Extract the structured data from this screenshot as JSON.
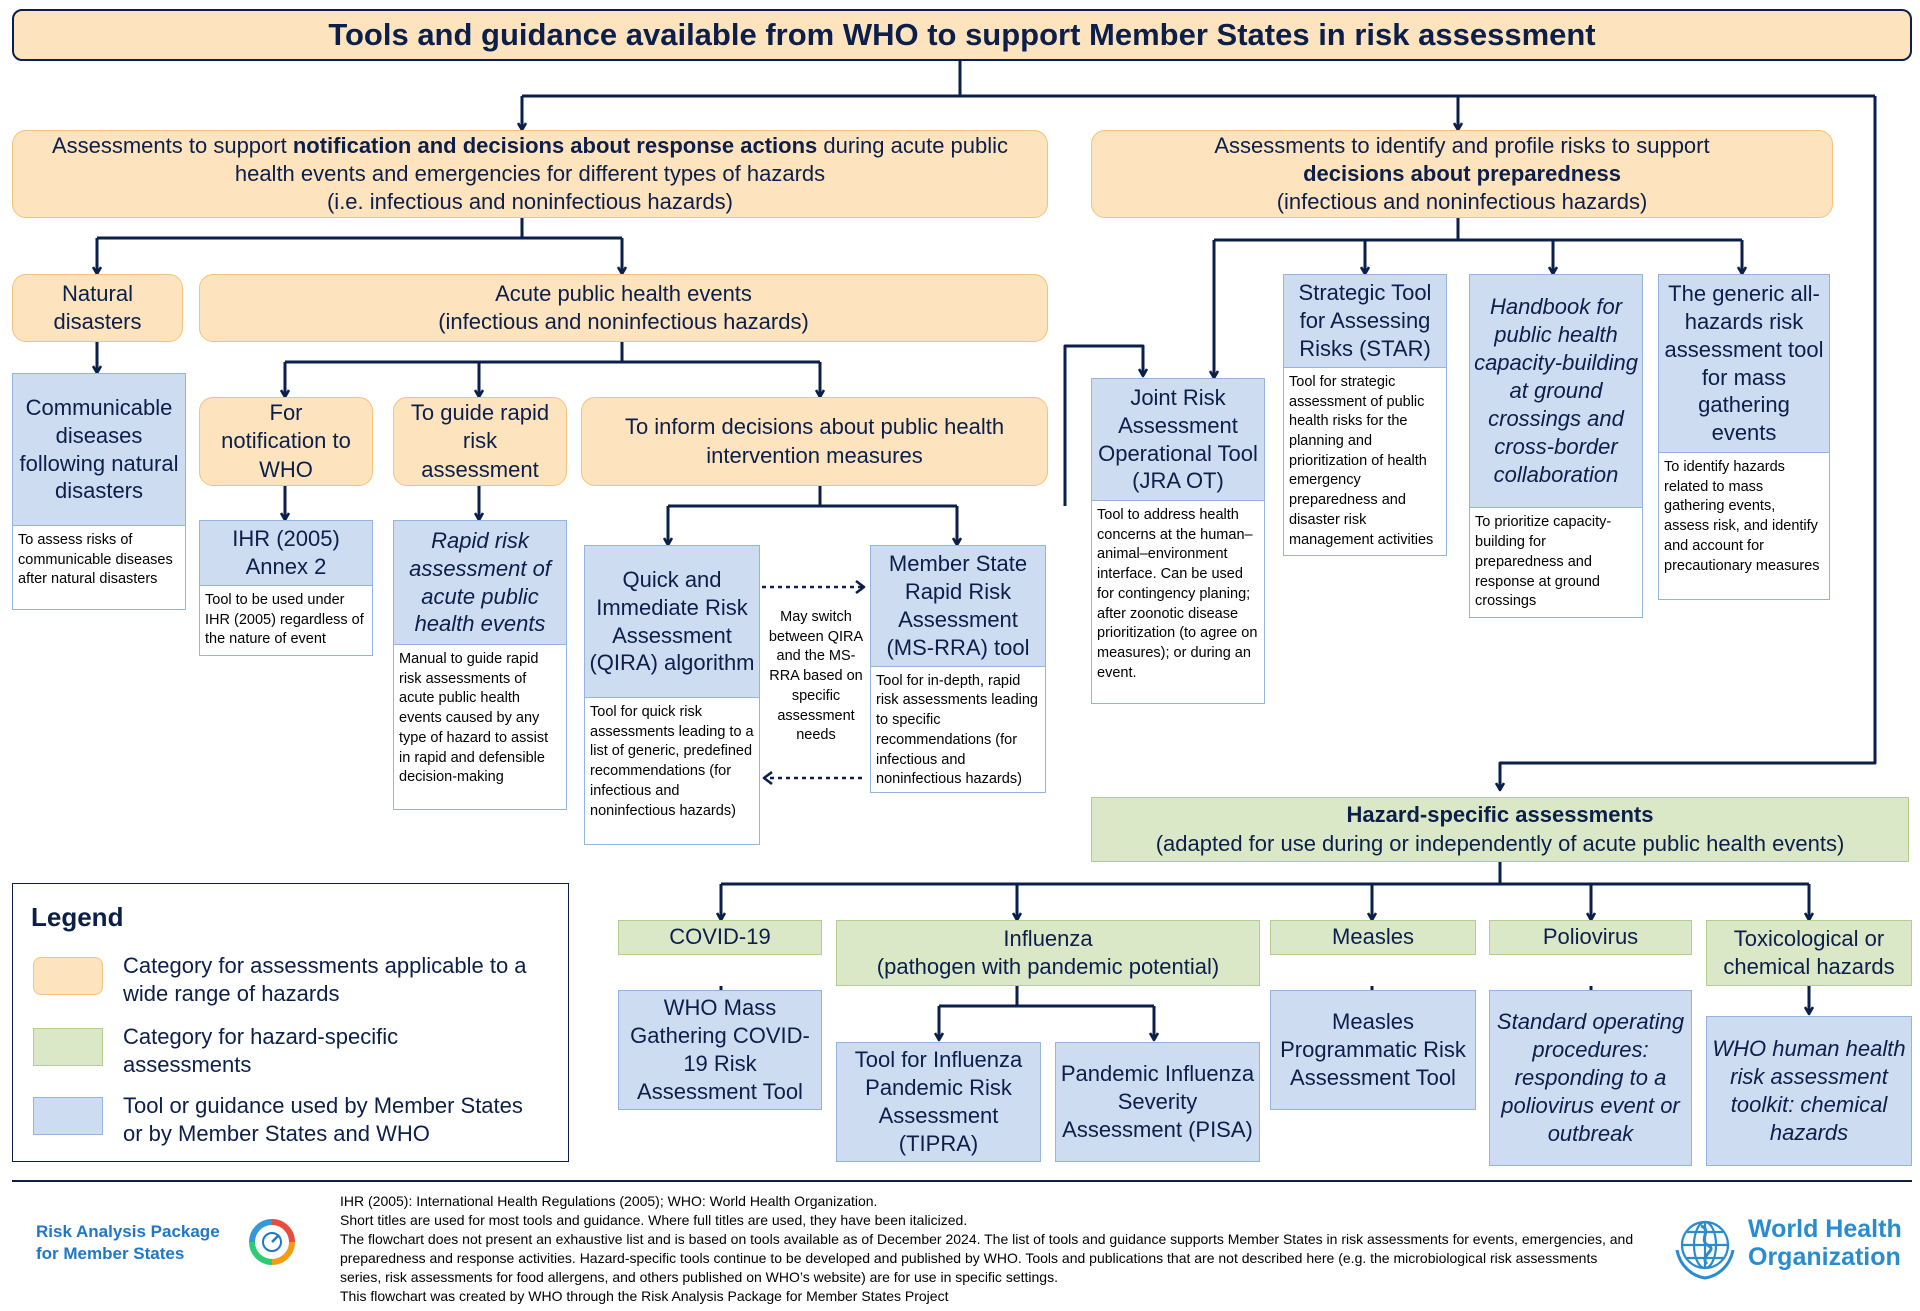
{
  "title": "Tools and guidance available from WHO to support Member States in risk assessment",
  "left_branch": {
    "pre": "Assessments to support ",
    "bold": "notification and decisions about response actions",
    "post": " during acute public health events and emergencies for different types of hazards",
    "line3": "(i.e. infectious and noninfectious hazards)"
  },
  "right_branch": {
    "line1": "Assessments to identify and profile risks to support",
    "bold": "decisions about preparedness",
    "line3": "(infectious and noninfectious hazards)"
  },
  "natural_disasters": "Natural disasters",
  "acute_events": {
    "line1": "Acute public health events",
    "line2": "(infectious and noninfectious hazards)"
  },
  "communicable": {
    "title": "Communicable diseases following natural disasters",
    "desc": "To assess risks of communicable diseases after natural disasters"
  },
  "for_notification": "For notification to WHO",
  "to_guide": "To guide rapid risk assessment",
  "to_inform": "To inform decisions about public health intervention measures",
  "ihr": {
    "title": "IHR (2005) Annex 2",
    "desc": "Tool to be used under IHR (2005) regardless of the nature of event"
  },
  "rapid": {
    "title": "Rapid risk assessment of acute public health events",
    "desc": "Manual to guide rapid risk assessments of acute public health events caused by any type of hazard to assist  in rapid and defensible decision-making"
  },
  "qira": {
    "title": "Quick and Immediate Risk Assessment (QIRA) algorithm",
    "desc": "Tool  for quick risk assessments leading to a list of generic, predefined recommendations (for infectious and noninfectious hazards)"
  },
  "msrra": {
    "title": "Member State Rapid Risk Assessment (MS-RRA) tool",
    "desc": "Tool for in-depth, rapid risk assessments leading to specific recommendations (for infectious and noninfectious hazards)"
  },
  "switch_note": "May switch between QIRA and the MS-RRA based on specific assessment needs",
  "jra": {
    "title": "Joint Risk Assessment Operational Tool (JRA OT)",
    "desc": "Tool to address health concerns at the human–animal–environment interface. Can be used for contingency planing; after zoonotic disease prioritization (to agree on measures); or during an event."
  },
  "star": {
    "title": "Strategic Tool for Assessing Risks (STAR)",
    "desc": "Tool for strategic assessment of public health risks for the planning and prioritization of health emergency preparedness and disaster risk management activities"
  },
  "handbook": {
    "title": "Handbook for public health capacity-building at ground crossings and cross-border collaboration",
    "desc": "To prioritize capacity-building for preparedness and response at ground crossings"
  },
  "mass": {
    "title": "The generic all-hazards risk assessment tool for mass gathering events",
    "desc": "To identify hazards related to mass gathering events, assess risk, and identify and account for precautionary measures"
  },
  "hazard": {
    "bold": "Hazard-specific assessments",
    "line2": "(adapted for use during or independently of acute public health events)"
  },
  "covid": {
    "cat": "COVID-19",
    "tool": "WHO Mass Gathering COVID-19 Risk Assessment Tool"
  },
  "influenza": {
    "line1": "Influenza",
    "line2": "(pathogen with pandemic potential)",
    "tipra": "Tool for Influenza Pandemic Risk Assessment (TIPRA)",
    "pisa": "Pandemic Influenza Severity Assessment (PISA)"
  },
  "measles": {
    "cat": "Measles",
    "tool": "Measles Programmatic Risk Assessment Tool"
  },
  "polio": {
    "cat": "Poliovirus",
    "tool": "Standard operating procedures: responding to a poliovirus event or outbreak"
  },
  "toxic": {
    "cat": "Toxicological  or chemical hazards",
    "tool": "WHO human health risk assessment toolkit: chemical hazards"
  },
  "legend": {
    "title": "Legend",
    "items": [
      {
        "label": "Category for assessments applicable to a wide range of hazards",
        "color": "#fde4bf"
      },
      {
        "label": "Category for hazard-specific assessments",
        "color": "#dbe8c8"
      },
      {
        "label": "Tool or guidance used by Member States or by Member States and WHO",
        "color": "#cddcf0"
      }
    ]
  },
  "footnotes": [
    "IHR (2005): International Health Regulations (2005); WHO: World Health Organization.",
    "Short titles are used for most tools and guidance. Where full titles are used, they have been italicized.",
    "The flowchart does not present an exhaustive list and is based on tools available as of December 2024. The list of tools and guidance supports Member States in risk assessments for events, emergencies, and preparedness and response activities. Hazard-specific tools continue to be developed and published by WHO. Tools and publications that are not described here (e.g. the microbiological risk assessments series, risk assessments for food allergens, and others published on WHO’s website) are for use in specific settings.",
    "This flowchart was created by WHO through the Risk Analysis Package for Member States Project"
  ],
  "rap_logo": {
    "line1": "Risk Analysis Package",
    "line2": "for Member States"
  },
  "who_logo": {
    "line1": "World Health",
    "line2": "Organization"
  },
  "colors": {
    "navy": "#0b1f4a",
    "orange": "#fde4bf",
    "green": "#dbe8c8",
    "blue": "#cddcf0",
    "who_blue": "#2a8ccf"
  }
}
